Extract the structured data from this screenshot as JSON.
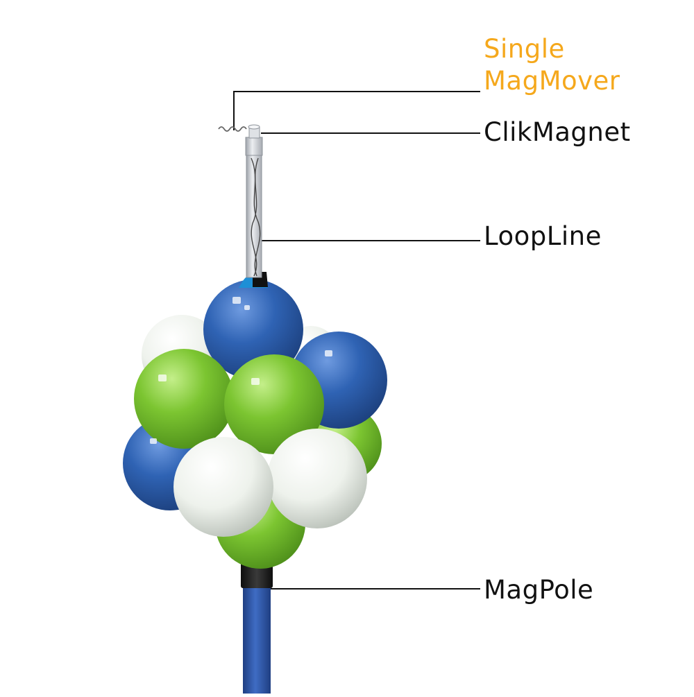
{
  "labels": {
    "single_line1": "Single",
    "single_line2": "MagMover",
    "clikmagnet": "ClikMagnet",
    "loopline": "LoopLine",
    "magpole": "MagPole"
  },
  "colors": {
    "accent_label": "#f5a81c",
    "label_text": "#111111",
    "leader_line": "#111111",
    "balloon_blue": "#2f63b4",
    "balloon_green": "#7cc531",
    "balloon_white": "#eef2ec",
    "pole_blue": "#2f56a6",
    "pole_sleeve": "#1d1d1d",
    "tube_gray": "#c9ccd1"
  },
  "icons": {
    "balloon": "balloon-sphere",
    "magnet": "clikmagnet-cap",
    "tube": "loopline-tube"
  }
}
